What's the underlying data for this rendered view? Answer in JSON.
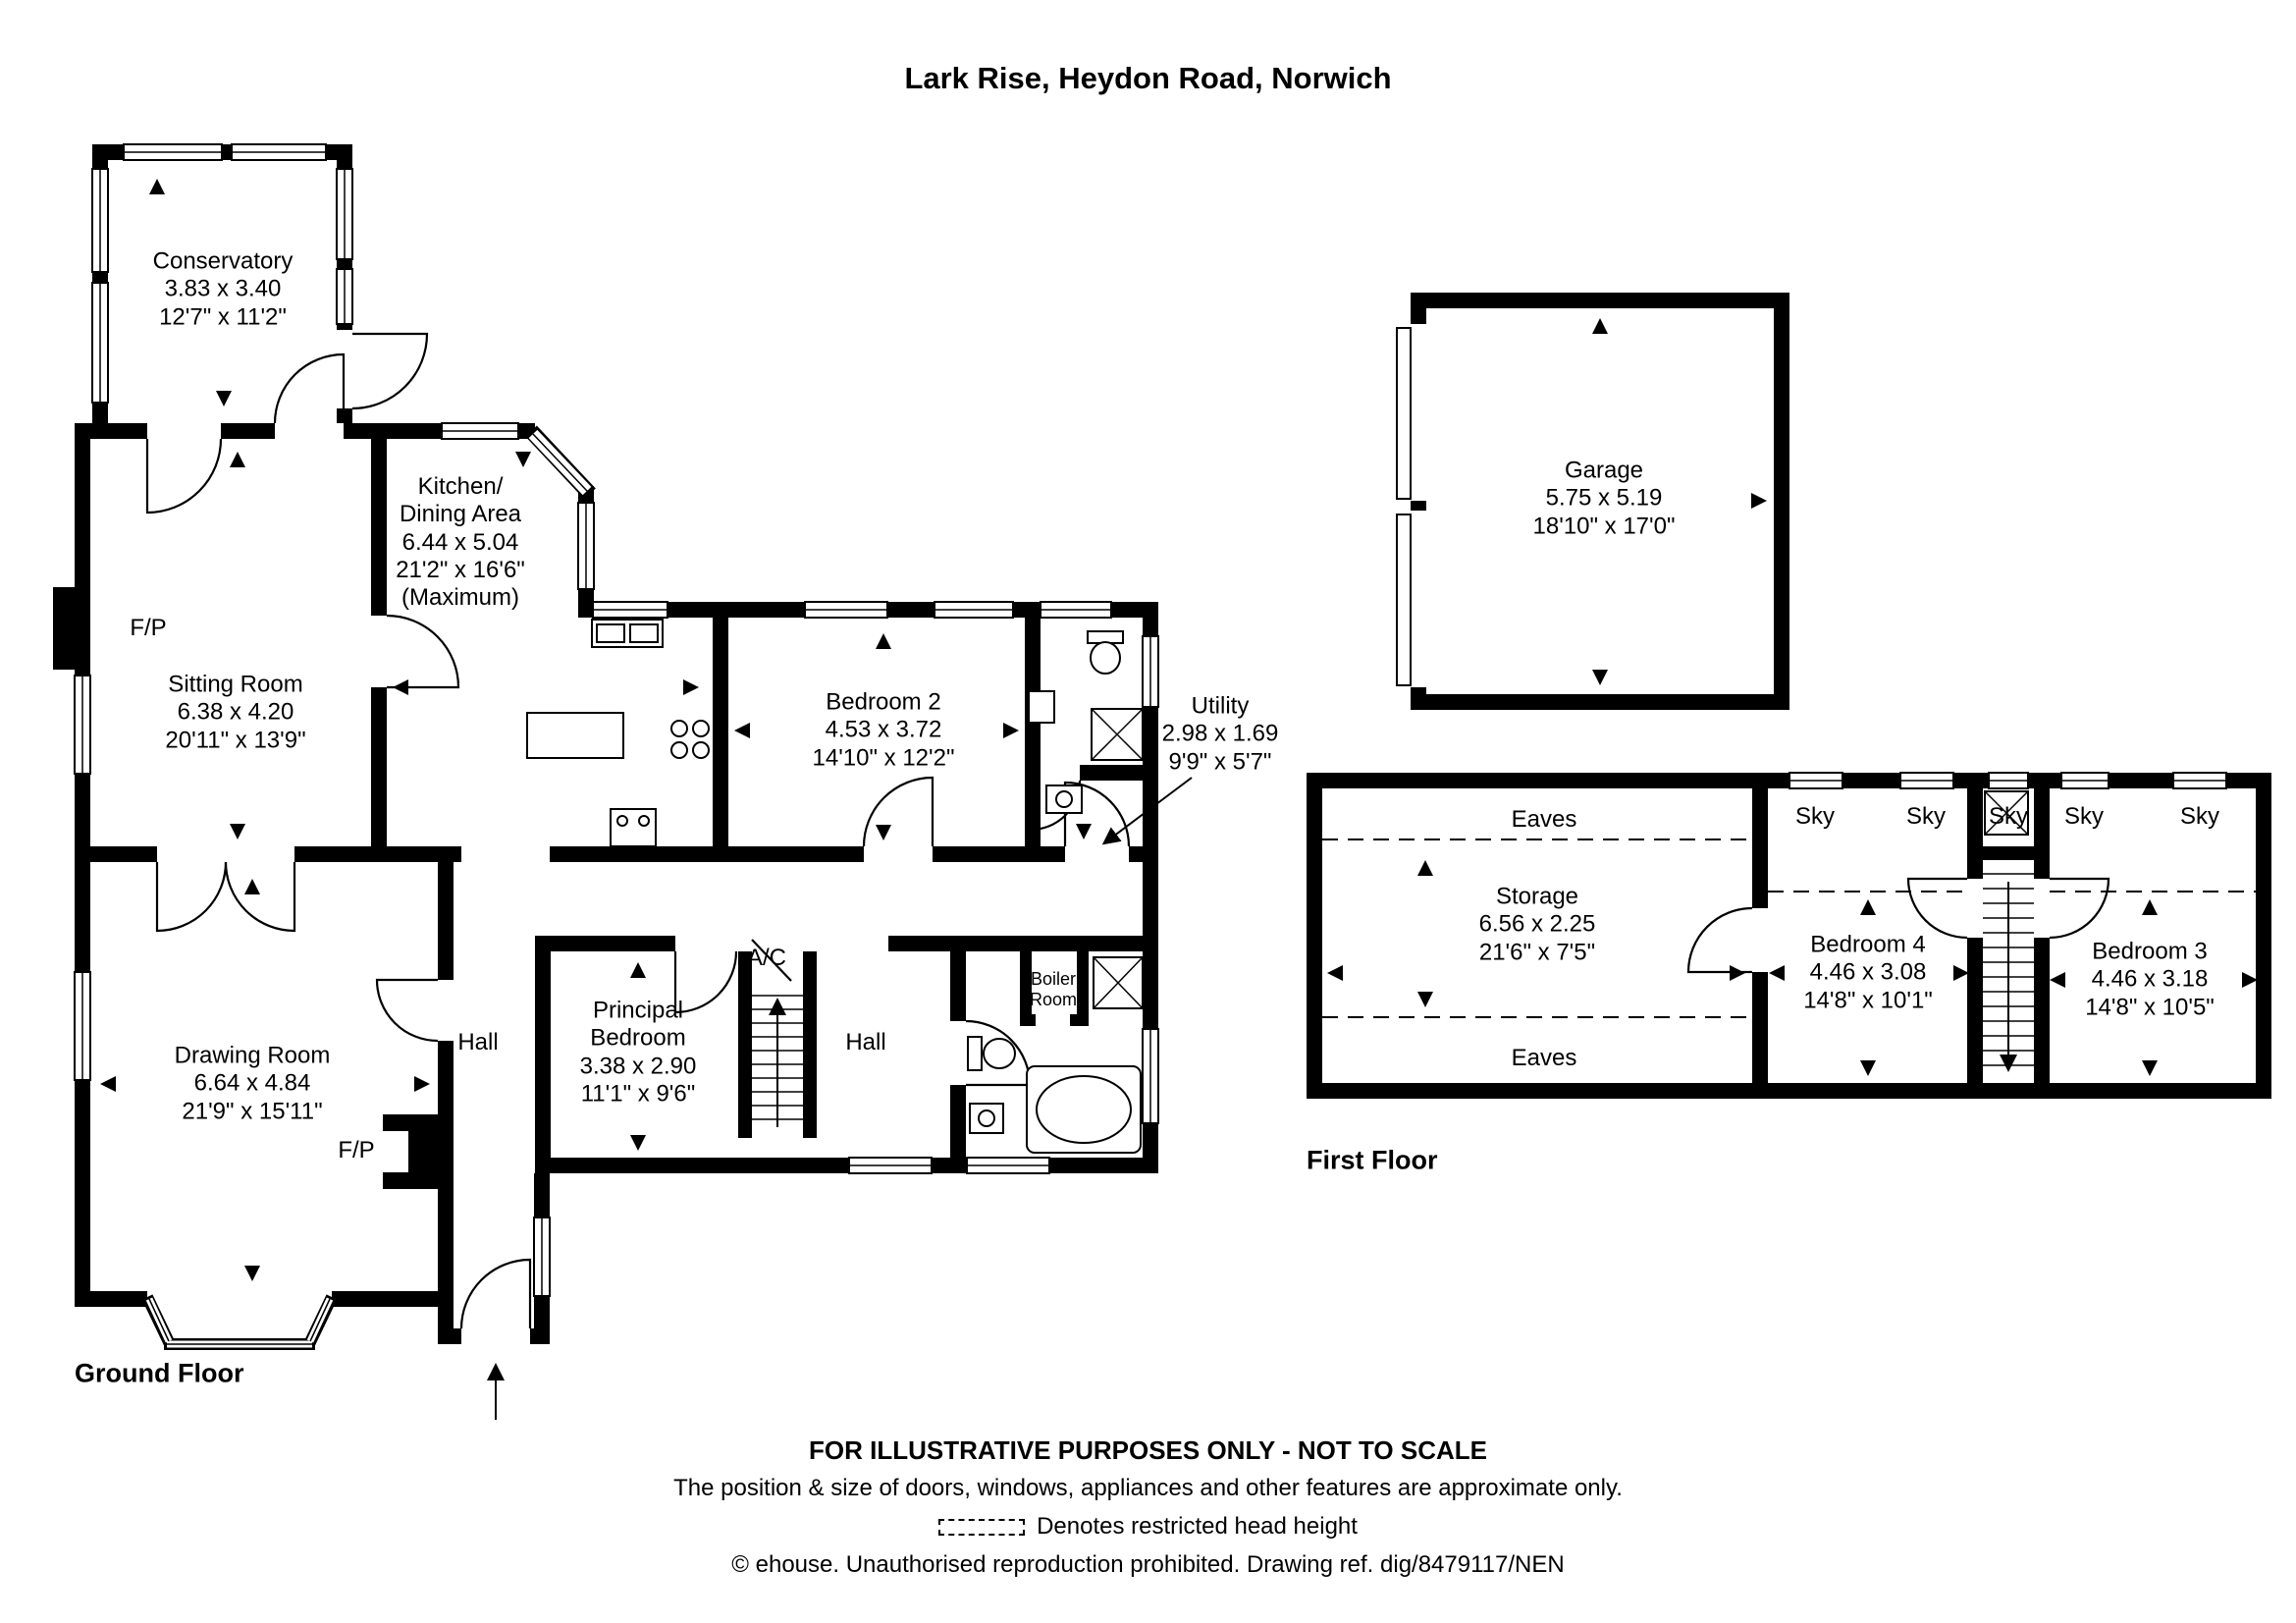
{
  "title": "Lark Rise, Heydon Road, Norwich",
  "ground_floor": {
    "label": "Ground Floor",
    "rooms": {
      "conservatory": {
        "name": "Conservatory",
        "metric": "3.83 x 3.40",
        "imperial": "12'7\" x 11'2\""
      },
      "sitting_room": {
        "name": "Sitting Room",
        "metric": "6.38 x 4.20",
        "imperial": "20'11\" x 13'9\""
      },
      "kitchen": {
        "name_line1": "Kitchen/",
        "name_line2": "Dining Area",
        "metric": "6.44 x 5.04",
        "imperial": "21'2\" x 16'6\"",
        "note": "(Maximum)"
      },
      "bedroom2": {
        "name": "Bedroom 2",
        "metric": "4.53 x 3.72",
        "imperial": "14'10\" x 12'2\""
      },
      "utility": {
        "name": "Utility",
        "metric": "2.98 x 1.69",
        "imperial": "9'9\" x 5'7\""
      },
      "drawing_room": {
        "name": "Drawing Room",
        "metric": "6.64 x 4.84",
        "imperial": "21'9\" x 15'11\""
      },
      "hall_front": {
        "name": "Hall"
      },
      "principal_bedroom": {
        "name_line1": "Principal",
        "name_line2": "Bedroom",
        "metric": "3.38 x 2.90",
        "imperial": "11'1\" x 9'6\""
      },
      "ac": {
        "name": "A/C"
      },
      "hall_rear": {
        "name": "Hall"
      },
      "boiler_room": {
        "name_line1": "Boiler",
        "name_line2": "Room"
      },
      "fireplace_sitting": {
        "name": "F/P"
      },
      "fireplace_drawing": {
        "name": "F/P"
      }
    }
  },
  "garage": {
    "name": "Garage",
    "metric": "5.75 x 5.19",
    "imperial": "18'10\" x 17'0\""
  },
  "first_floor": {
    "label": "First Floor",
    "rooms": {
      "storage": {
        "name": "Storage",
        "metric": "6.56 x 2.25",
        "imperial": "21'6\" x 7'5\""
      },
      "bedroom4": {
        "name": "Bedroom 4",
        "metric": "4.46 x 3.08",
        "imperial": "14'8\" x 10'1\""
      },
      "bedroom3": {
        "name": "Bedroom 3",
        "metric": "4.46 x 3.18",
        "imperial": "14'8\" x 10'5\""
      },
      "eaves_top": "Eaves",
      "eaves_bottom": "Eaves",
      "skylights": [
        "Sky",
        "Sky",
        "Sky",
        "Sky",
        "Sky"
      ]
    }
  },
  "footer": {
    "line1": "FOR ILLUSTRATIVE PURPOSES ONLY - NOT TO SCALE",
    "line2": "The position & size of doors, windows, appliances and other features are approximate only.",
    "line3": "Denotes restricted head height",
    "line4": "© ehouse. Unauthorised reproduction prohibited. Drawing ref. dig/8479117/NEN"
  },
  "colors": {
    "wall": "#000000",
    "background": "#ffffff"
  }
}
